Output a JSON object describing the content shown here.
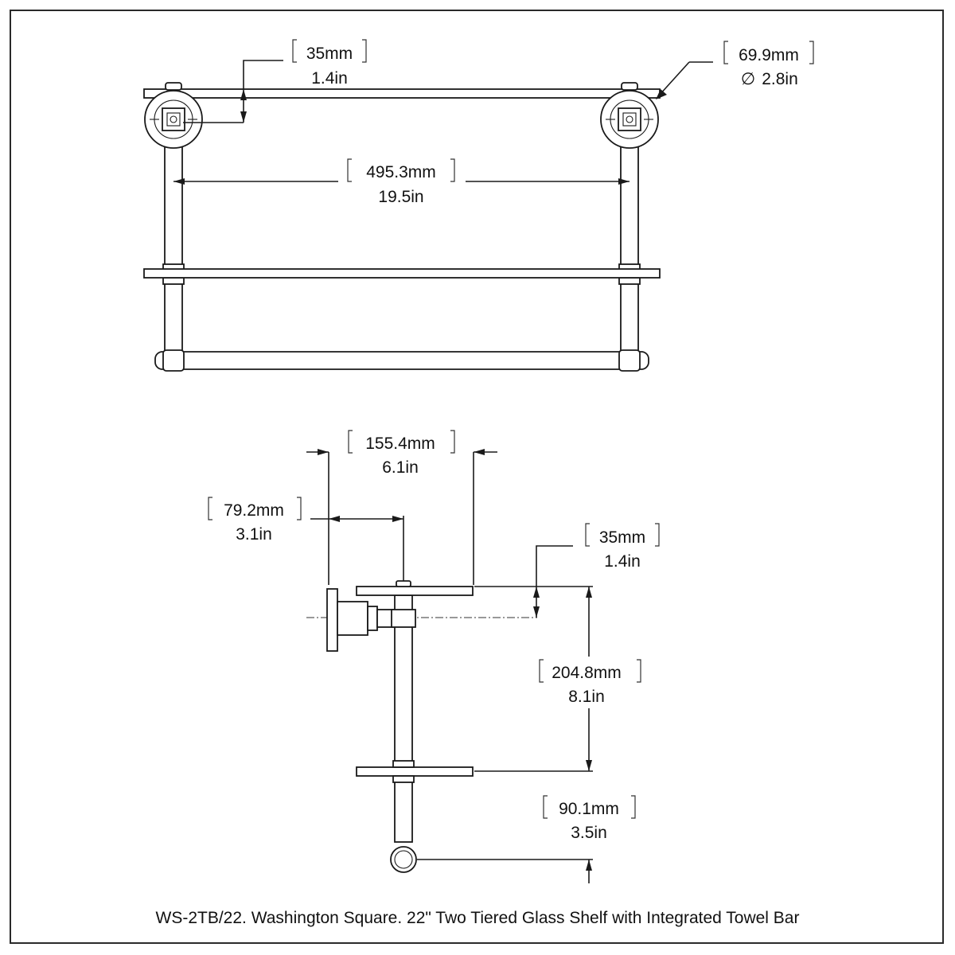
{
  "caption": "WS-2TB/22. Washington Square. 22\" Two Tiered Glass Shelf with Integrated Towel Bar",
  "dimensions": {
    "front_shelf_thickness": {
      "mm": "35mm",
      "in": "1.4in"
    },
    "front_flange_diameter": {
      "mm": "69.9mm",
      "symbol": "∅",
      "in": "2.8in"
    },
    "front_post_spacing": {
      "mm": "495.3mm",
      "in": "19.5in"
    },
    "side_shelf_depth": {
      "mm": "155.4mm",
      "in": "6.1in"
    },
    "side_post_offset": {
      "mm": "79.2mm",
      "in": "3.1in"
    },
    "side_shelf_thickness": {
      "mm": "35mm",
      "in": "1.4in"
    },
    "side_shelf_spacing": {
      "mm": "204.8mm",
      "in": "8.1in"
    },
    "side_towel_bar_drop": {
      "mm": "90.1mm",
      "in": "3.5in"
    }
  },
  "colors": {
    "line": "#1a1a1a",
    "frame": "#2a2a2a",
    "background": "#ffffff"
  }
}
